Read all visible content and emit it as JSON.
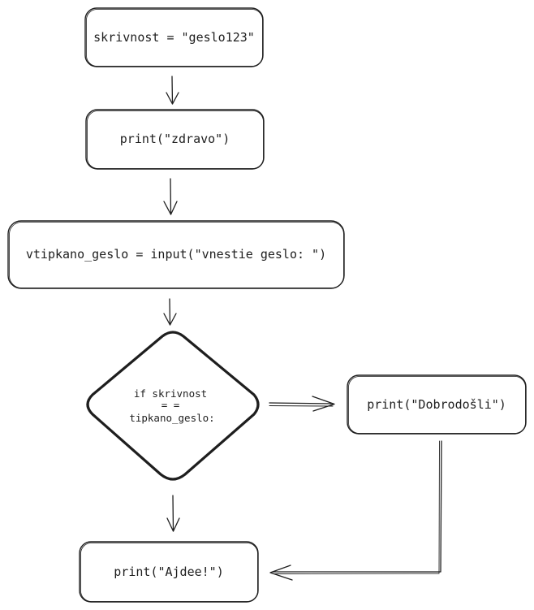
{
  "nodes": {
    "assign_secret": {
      "label": "skrivnost = \"geslo123\""
    },
    "print_hello": {
      "label": "print(\"zdravo\")"
    },
    "input_password": {
      "label": "vtipkano_geslo = input(\"vnestie geslo: \")"
    },
    "decision": {
      "line1": "if skrivnost",
      "line2": "= =",
      "line3": "tipkano_geslo:"
    },
    "print_welcome": {
      "label": "print(\"Dobrodošli\")"
    },
    "print_bye": {
      "label": "print(\"Ajdee!\")"
    }
  },
  "colors": {
    "stroke": "#1e1e1e",
    "background": "#ffffff"
  }
}
